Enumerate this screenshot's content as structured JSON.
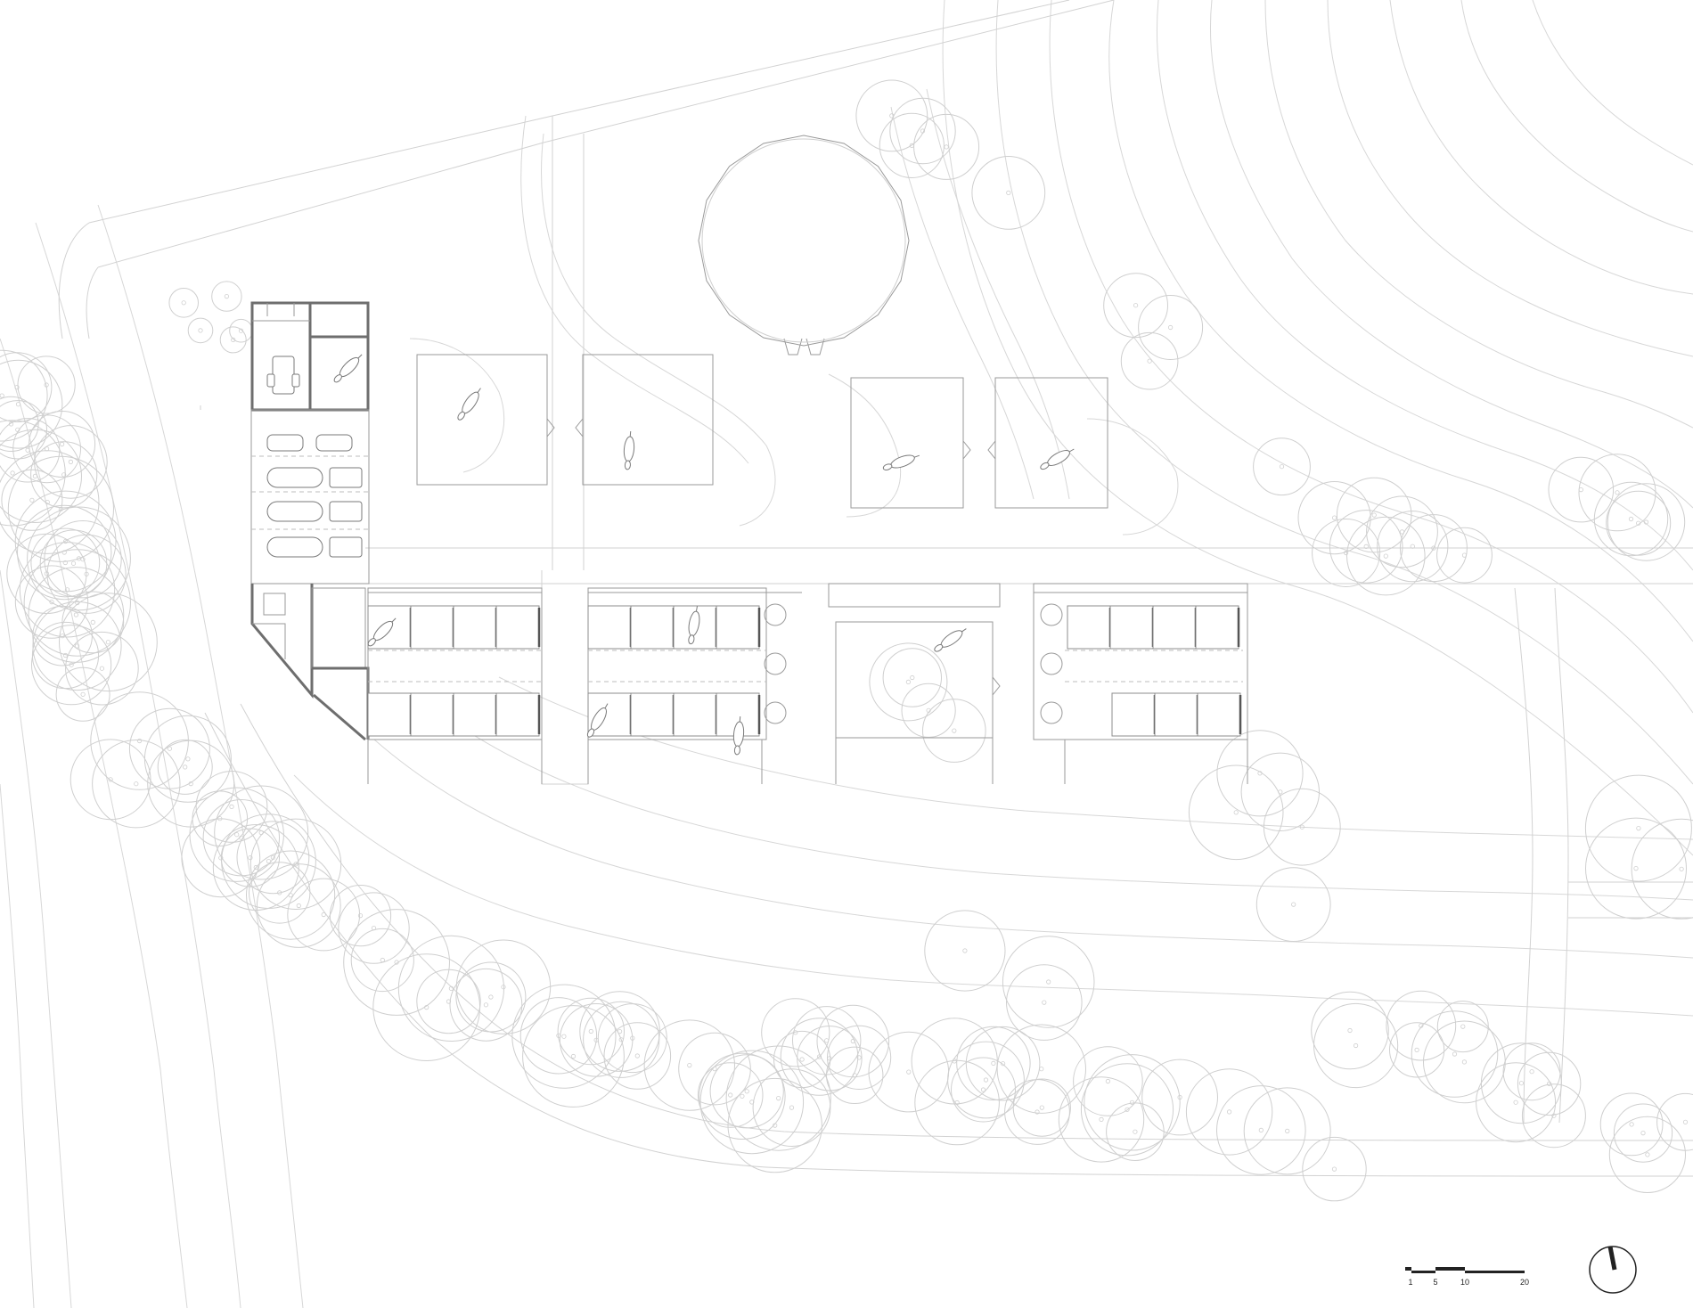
{
  "drawing": {
    "type": "site-plan",
    "background_color": "#ffffff",
    "line_color": "#d7d7d7",
    "building_line_color": "#6e6e6e"
  },
  "scale_bar": {
    "labels": [
      "1",
      "5",
      "10",
      "20"
    ]
  },
  "north_arrow": {
    "icon": "north-arrow-icon"
  }
}
